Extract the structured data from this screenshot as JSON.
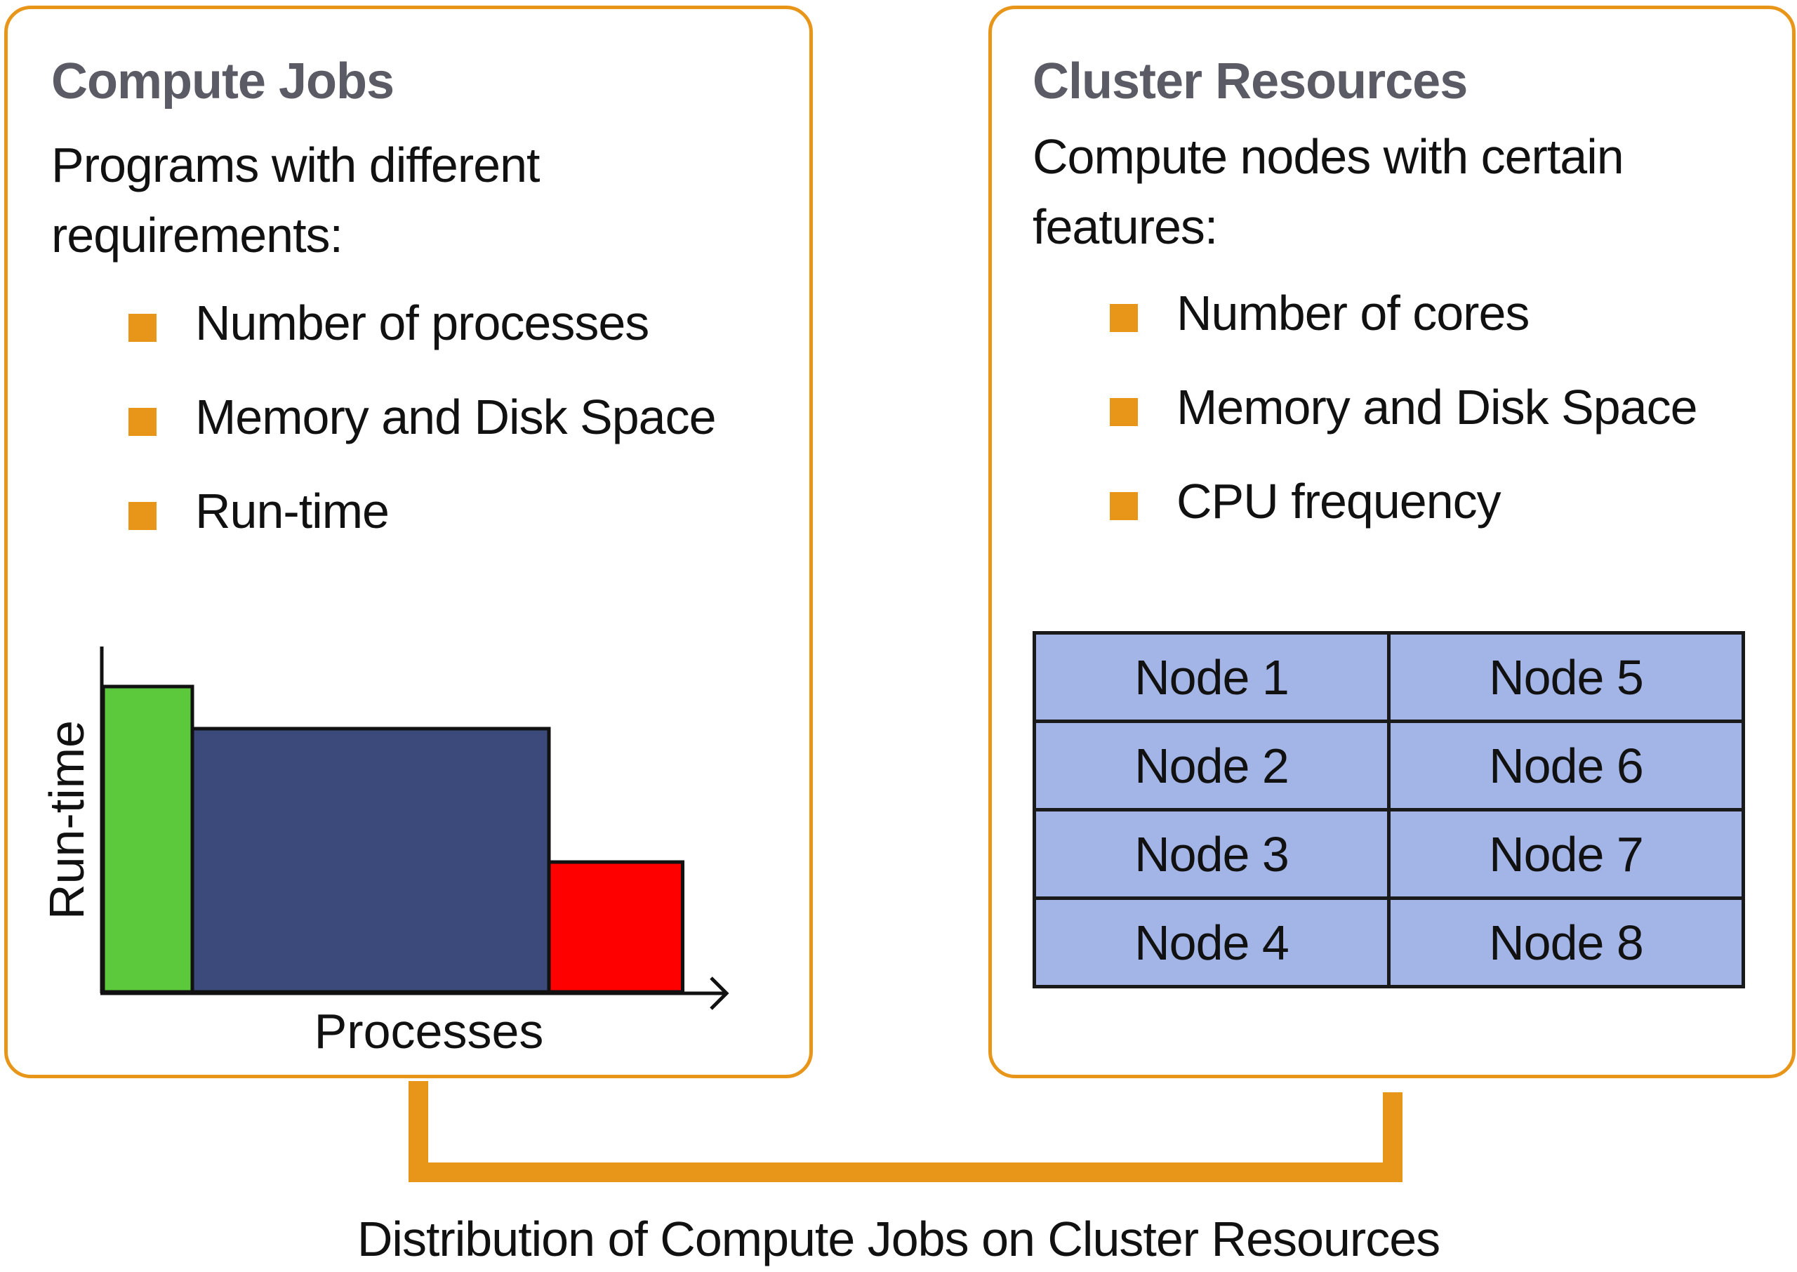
{
  "accent_color": "#E8961A",
  "left_panel": {
    "title": "Compute Jobs",
    "description_lines": [
      "Programs with different",
      "requirements:"
    ],
    "bullets": [
      "Number of processes",
      "Memory and Disk Space",
      "Run-time"
    ],
    "chart": {
      "y_label": "Run-time",
      "x_label": "Processes",
      "bars": [
        {
          "processes": 1,
          "runtime": 0.87,
          "color": "#5cc83c"
        },
        {
          "processes": 4,
          "runtime": 0.75,
          "color": "#3b4a7a"
        },
        {
          "processes": 1.5,
          "runtime": 0.37,
          "color": "#ff0000"
        }
      ]
    }
  },
  "right_panel": {
    "title": "Cluster Resources",
    "description_lines": [
      "Compute nodes with certain",
      "features:"
    ],
    "bullets": [
      "Number of cores",
      "Memory and Disk Space",
      "CPU frequency"
    ],
    "nodes": [
      [
        "Node 1",
        "Node 5"
      ],
      [
        "Node 2",
        "Node 6"
      ],
      [
        "Node 3",
        "Node 7"
      ],
      [
        "Node 4",
        "Node 8"
      ]
    ],
    "node_fill": "#a3b5e6"
  },
  "caption": "Distribution of Compute Jobs on Cluster Resources"
}
